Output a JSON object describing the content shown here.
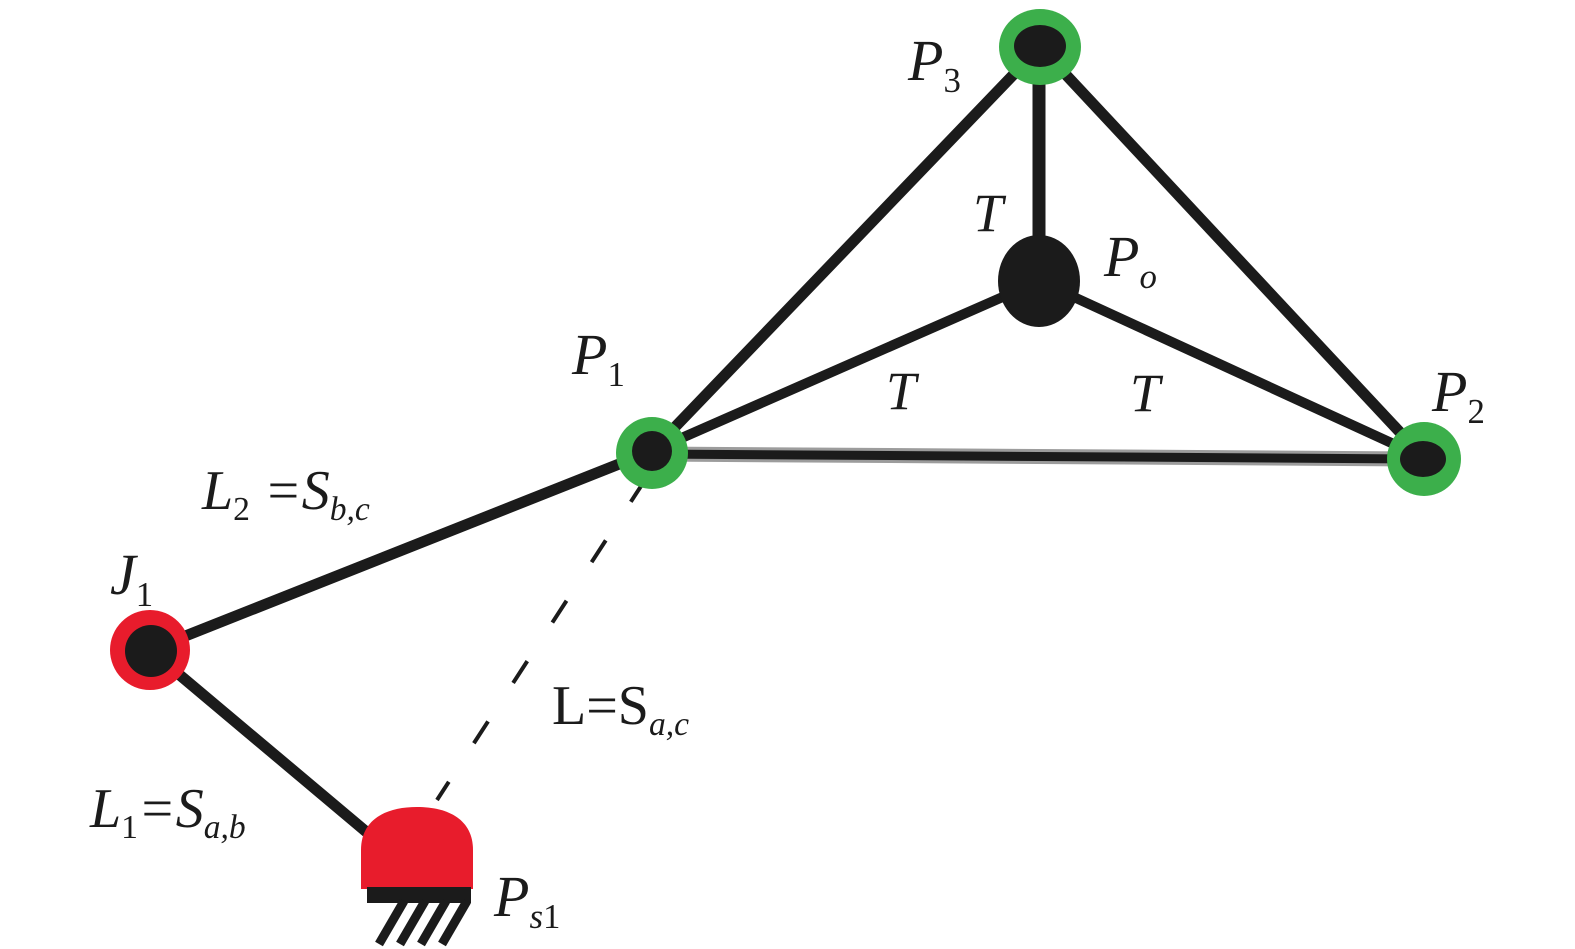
{
  "figure": {
    "type": "kinematic-linkage-diagram",
    "background": "#ffffff",
    "colors": {
      "joint_green": "#3caf4b",
      "joint_red": "#e81c2c",
      "ink": "#1b1b1b"
    }
  },
  "nodes": {
    "p3": {
      "label": "P",
      "sub": "3"
    },
    "po": {
      "label": "P",
      "sub": "o"
    },
    "p1": {
      "label": "P",
      "sub": "1"
    },
    "p2": {
      "label": "P",
      "sub": "2"
    },
    "j1": {
      "label": "J",
      "sub": "1"
    },
    "ps1": {
      "label": "P",
      "sub_letter": "s",
      "sub_digit": "1"
    }
  },
  "torque_labels": {
    "upper": "T",
    "left": "T",
    "right": "T"
  },
  "link_labels": {
    "l2": {
      "name": "L",
      "name_sub": "2",
      "eq": " =S",
      "eq_sub": "b,c"
    },
    "l1": {
      "name": "L",
      "name_sub": "1",
      "eq": "=S",
      "eq_sub": "a,b"
    },
    "l_ac": {
      "name": "L",
      "eq": "=S",
      "eq_sub": "a,c"
    }
  }
}
